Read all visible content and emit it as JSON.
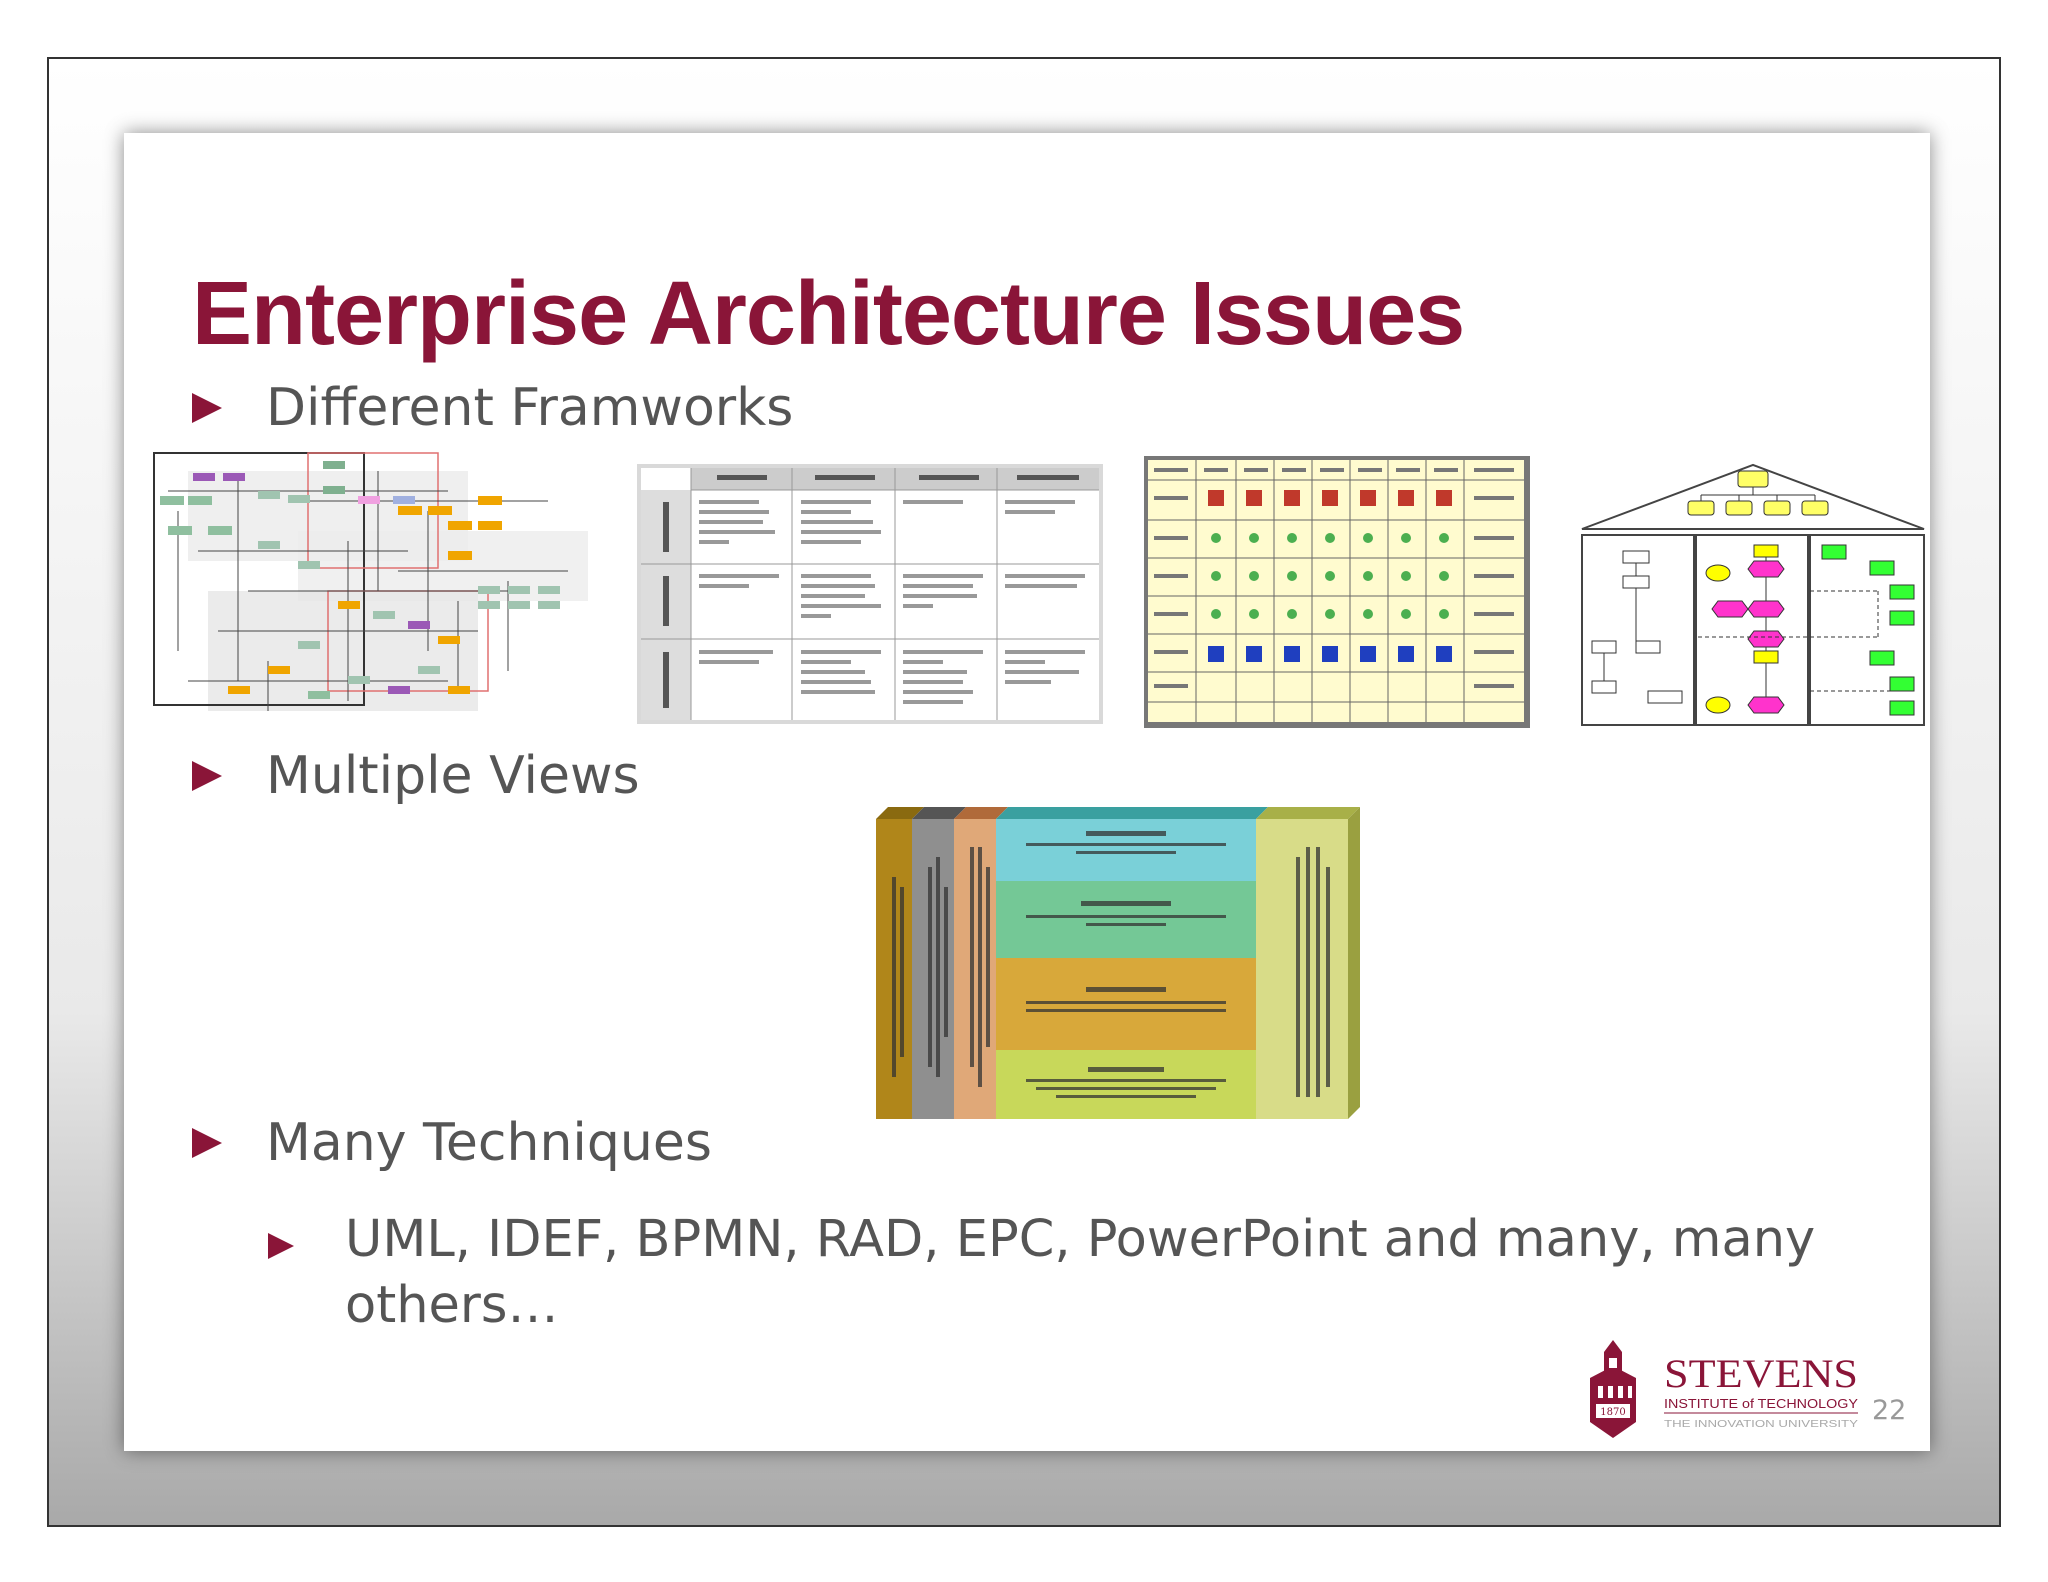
{
  "slide": {
    "title": "Enterprise Architecture Issues",
    "bullets": [
      {
        "text": "Different Framworks"
      },
      {
        "text": "Multiple Views"
      },
      {
        "text": "Many Techniques"
      }
    ],
    "sub_bullets": [
      {
        "text": "UML, IDEF, BPMN, RAD, EPC, PowerPoint and many, many others…"
      }
    ],
    "page_number": "22"
  },
  "logo": {
    "name": "STEVENS",
    "subtitle": "INSTITUTE of TECHNOLOGY",
    "tagline": "THE INNOVATION UNIVERSITY",
    "year": "1870",
    "color": "#8a1538"
  },
  "colors": {
    "accent": "#8a1538",
    "text": "#555555"
  }
}
